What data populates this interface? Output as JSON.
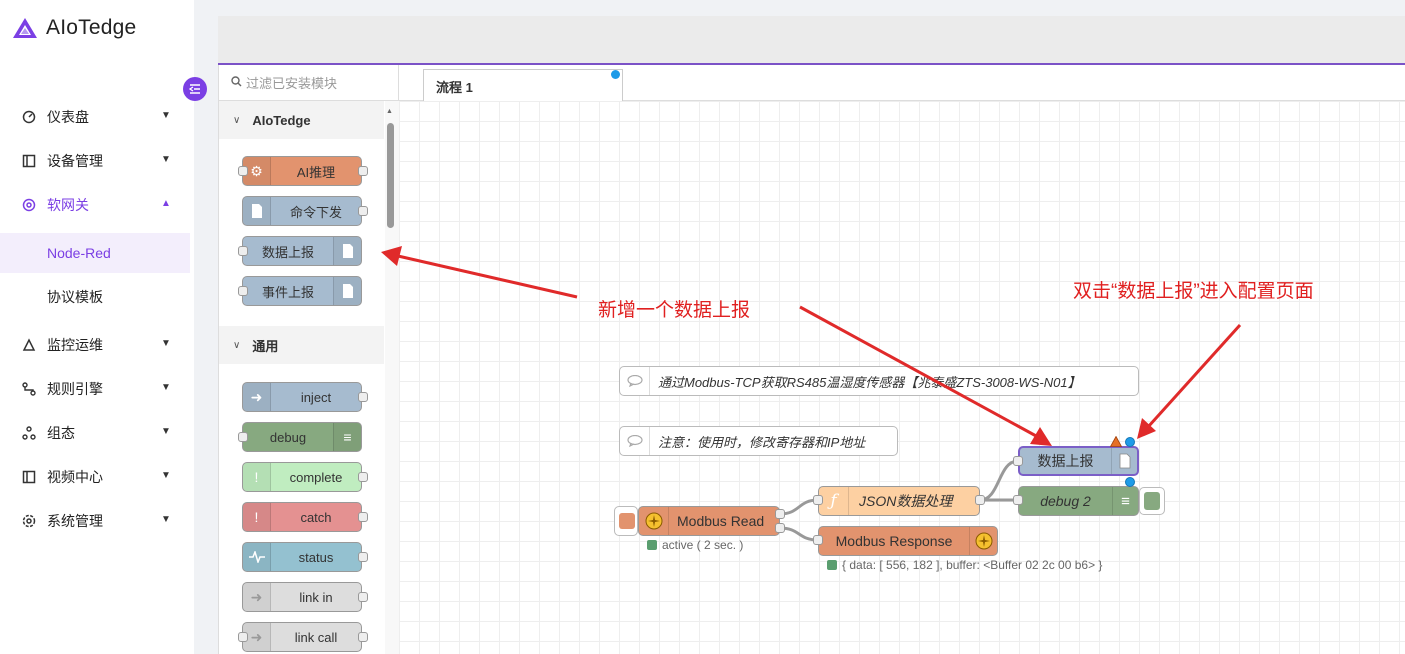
{
  "brand": {
    "name": "AIoTedge"
  },
  "nav": {
    "items": [
      {
        "label": "仪表盘",
        "icon": "gauge-icon"
      },
      {
        "label": "设备管理",
        "icon": "device-icon"
      },
      {
        "label": "软网关",
        "icon": "gateway-icon"
      },
      {
        "label": "监控运维",
        "icon": "monitor-icon"
      },
      {
        "label": "规则引擎",
        "icon": "rule-icon"
      },
      {
        "label": "组态",
        "icon": "config-icon"
      },
      {
        "label": "视频中心",
        "icon": "video-icon"
      },
      {
        "label": "系统管理",
        "icon": "settings-icon"
      }
    ],
    "submenu": [
      {
        "label": "Node-Red"
      },
      {
        "label": "协议模板"
      }
    ]
  },
  "palette": {
    "filter_placeholder": "过滤已安装模块",
    "categories": [
      {
        "label": "AIoTedge"
      },
      {
        "label": "通用"
      }
    ],
    "aiotedge_nodes": [
      {
        "label": "AI推理",
        "color": "#e2936e"
      },
      {
        "label": "命令下发",
        "color": "#a6bbcf"
      },
      {
        "label": "数据上报",
        "color": "#a6bbcf"
      },
      {
        "label": "事件上报",
        "color": "#a6bbcf"
      }
    ],
    "common_nodes": [
      {
        "label": "inject",
        "color": "#a6bbcf"
      },
      {
        "label": "debug",
        "color": "#87a980"
      },
      {
        "label": "complete",
        "color": "#c0edc0"
      },
      {
        "label": "catch",
        "color": "#e49191"
      },
      {
        "label": "status",
        "color": "#94c1d0"
      },
      {
        "label": "link in",
        "color": "#dddddd"
      },
      {
        "label": "link call",
        "color": "#dddddd"
      }
    ]
  },
  "workspace": {
    "tab_label": "流程 1",
    "comments": [
      "通过Modbus-TCP获取RS485温湿度传感器【兆泰盛ZTS-3008-WS-N01】",
      "注意：使用时，修改寄存器和IP地址"
    ],
    "nodes": {
      "modbus_read": "Modbus Read",
      "modbus_read_status": "active ( 2 sec. )",
      "json_func": "JSON数据处理",
      "modbus_response": "Modbus Response",
      "modbus_response_status": "{ data: [ 556, 182 ], buffer: <Buffer 02 2c 00 b6> }",
      "data_report": "数据上报",
      "debug2": "debug 2"
    }
  },
  "annotations": {
    "add": "新增一个数据上报",
    "dblclick": "双击“数据上报”进入配置页面"
  }
}
